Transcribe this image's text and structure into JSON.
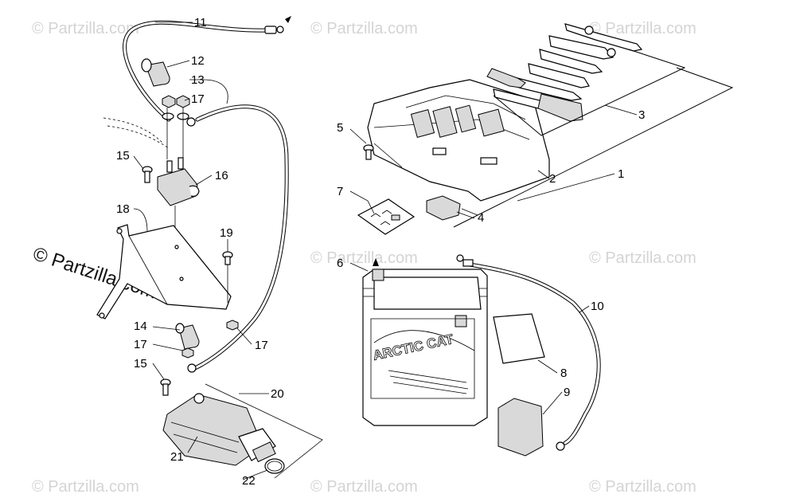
{
  "watermark": {
    "text": "© Partzilla.com",
    "short_text": "© Partzilla.com"
  },
  "callouts": [
    {
      "id": "c1",
      "label": "1"
    },
    {
      "id": "c2",
      "label": "2"
    },
    {
      "id": "c3",
      "label": "3"
    },
    {
      "id": "c4",
      "label": "4"
    },
    {
      "id": "c5",
      "label": "5"
    },
    {
      "id": "c6",
      "label": "6"
    },
    {
      "id": "c7",
      "label": "7"
    },
    {
      "id": "c8",
      "label": "8"
    },
    {
      "id": "c9",
      "label": "9"
    },
    {
      "id": "c10",
      "label": "10"
    },
    {
      "id": "c11",
      "label": "11"
    },
    {
      "id": "c12",
      "label": "12"
    },
    {
      "id": "c13",
      "label": "13"
    },
    {
      "id": "c14",
      "label": "14"
    },
    {
      "id": "c15a",
      "label": "15"
    },
    {
      "id": "c15b",
      "label": "15"
    },
    {
      "id": "c16",
      "label": "16"
    },
    {
      "id": "c17a",
      "label": "17"
    },
    {
      "id": "c17b",
      "label": "17"
    },
    {
      "id": "c17c",
      "label": "17"
    },
    {
      "id": "c18",
      "label": "18"
    },
    {
      "id": "c19",
      "label": "19"
    },
    {
      "id": "c20",
      "label": "20"
    },
    {
      "id": "c21",
      "label": "21"
    },
    {
      "id": "c22",
      "label": "22"
    }
  ],
  "battery": {
    "brand": "ARCTIC CAT"
  }
}
